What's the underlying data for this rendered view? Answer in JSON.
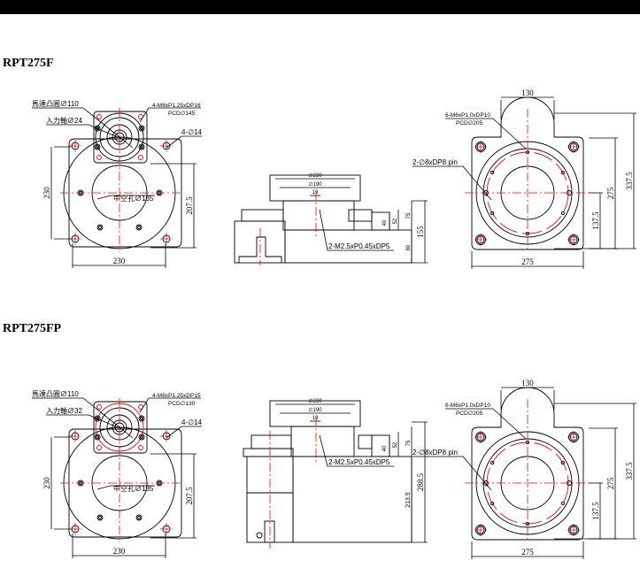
{
  "colors": {
    "line": "#000000",
    "center": "#ff0000",
    "dim": "#333333"
  },
  "sections": [
    {
      "model": "RPT275F",
      "front": {
        "motor_boss": "馬達凸圓∅110",
        "input_shaft": "入力軸∅24",
        "tap": "4-M8xP1.25xDP16",
        "pcd": "PCD∅145",
        "mount_holes": "4-∅14",
        "hollow": "中空孔∅135",
        "dim_height": "230",
        "dim_center": "207.5",
        "dim_width": "230"
      },
      "side": {
        "d1": "∅220",
        "d2": "∅190",
        "d3": "19",
        "tap": "2-M2.5xP0.45xDP5",
        "h1": "40",
        "h2": "52",
        "h3": "75",
        "h4": "80",
        "total": "155"
      },
      "rear": {
        "tap": "6-M6xP1.0xDP10",
        "pcd": "PCD∅205",
        "pin": "2-∅8xDP8 pin",
        "dim_top": "130",
        "dim_width": "275",
        "dim_h1": "137.5",
        "dim_h2": "275",
        "dim_h3": "337.5"
      }
    },
    {
      "model": "RPT275FP",
      "front": {
        "motor_boss": "馬達凸圓∅110",
        "input_shaft": "入力軸∅32",
        "tap": "4-M8xP1.25xDP15",
        "pcd": "PCD∅130",
        "mount_holes": "4-∅14",
        "hollow": "中空孔∅135",
        "dim_height": "230",
        "dim_center": "207.5",
        "dim_width": "230"
      },
      "side": {
        "d1": "∅220",
        "d2": "∅190",
        "d3": "19",
        "tap": "2-M2.5xP0.45xDP5",
        "h1": "40",
        "h2": "52",
        "h3": "75",
        "h4": "213.5",
        "total": "288.5"
      },
      "rear": {
        "tap": "6-M6xP1.0xDP10",
        "pcd": "PCD∅205",
        "pin": "2-∅8xDP8 pin",
        "dim_top": "130",
        "dim_width": "275",
        "dim_h1": "137.5",
        "dim_h2": "275",
        "dim_h3": "337.5"
      }
    }
  ]
}
